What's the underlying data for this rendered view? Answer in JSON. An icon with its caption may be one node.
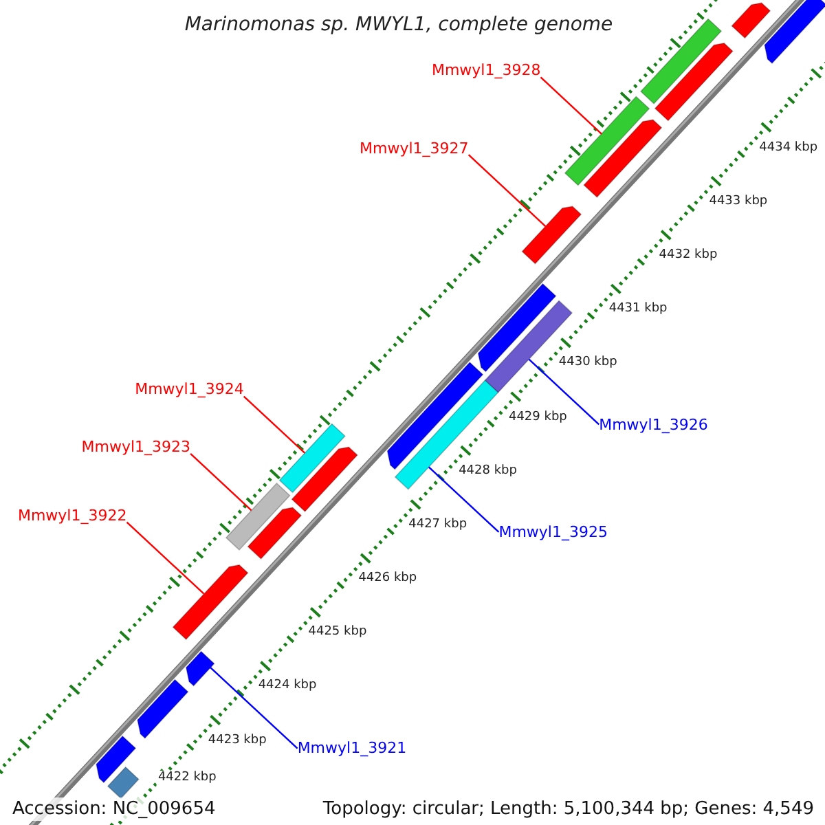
{
  "diagram": {
    "title": "Marinomonas sp. MWYL1, complete genome",
    "nodes": [
      {
        "text": [
          "Mmwyl1_3928"
        ]
      },
      {
        "text": [
          "Mmwyl1_3927"
        ]
      },
      {
        "text": [
          "Mmwyl1_3924"
        ]
      },
      {
        "text": [
          "Mmwyl1_3926"
        ]
      },
      {
        "text": [
          "Mmwyl1_3923"
        ]
      },
      {
        "text": [
          "Mmwyl1_3925"
        ]
      },
      {
        "text": [
          "Mmwyl1_3922"
        ]
      },
      {
        "text": [
          "Mmwyl1_3921"
        ]
      },
      {
        "text": [],
        "shape": "arrow"
      },
      {
        "text": [],
        "shape": "arrow"
      },
      {
        "text": [],
        "shape": "bar"
      },
      {
        "text": [],
        "shape": "arrow"
      },
      {
        "text": [],
        "shape": "bar"
      },
      {
        "text": [],
        "shape": "arrow"
      },
      {
        "text": [],
        "shape": "arrow"
      },
      {
        "text": [],
        "shape": "arrow"
      },
      {
        "text": [],
        "shape": "bar"
      },
      {
        "text": [],
        "shape": "arrow"
      },
      {
        "text": [],
        "shape": "bar"
      },
      {
        "text": [],
        "shape": "bar"
      },
      {
        "text": [],
        "shape": "arrow"
      },
      {
        "text": [],
        "shape": "bar"
      },
      {
        "text": [],
        "shape": "arrow"
      },
      {
        "text": [],
        "shape": "arrow"
      },
      {
        "text": [],
        "shape": "arrow"
      },
      {
        "text": [],
        "shape": "arrow"
      },
      {
        "text": [],
        "shape": "arrow"
      },
      {
        "text": [],
        "shape": "bar"
      }
    ],
    "edges": [
      {
        "from": 0,
        "to": 12,
        "arrow": "none"
      },
      {
        "from": 1,
        "to": 14,
        "arrow": "none"
      },
      {
        "from": 2,
        "to": 19,
        "arrow": "none"
      },
      {
        "from": 3,
        "to": 16,
        "arrow": "none",
        "color": "#0000ff"
      },
      {
        "from": 4,
        "to": 21,
        "arrow": "none"
      },
      {
        "from": 5,
        "to": 18,
        "arrow": "none",
        "color": "#0000ff"
      },
      {
        "from": 6,
        "to": 23,
        "arrow": "none"
      },
      {
        "from": 7,
        "to": 24,
        "arrow": "none",
        "color": "#0000ff"
      }
    ],
    "labels": [
      "4434 kbp",
      "4433 kbp",
      "4432 kbp",
      "4431 kbp",
      "4430 kbp",
      "4429 kbp",
      "4428 kbp",
      "4427 kbp",
      "4426 kbp",
      "4425 kbp",
      "4424 kbp",
      "4423 kbp",
      "4422 kbp",
      "Accession: NC_009654",
      "Topology: circular; Length: 5,100,344 bp; Genes: 4,549"
    ]
  }
}
